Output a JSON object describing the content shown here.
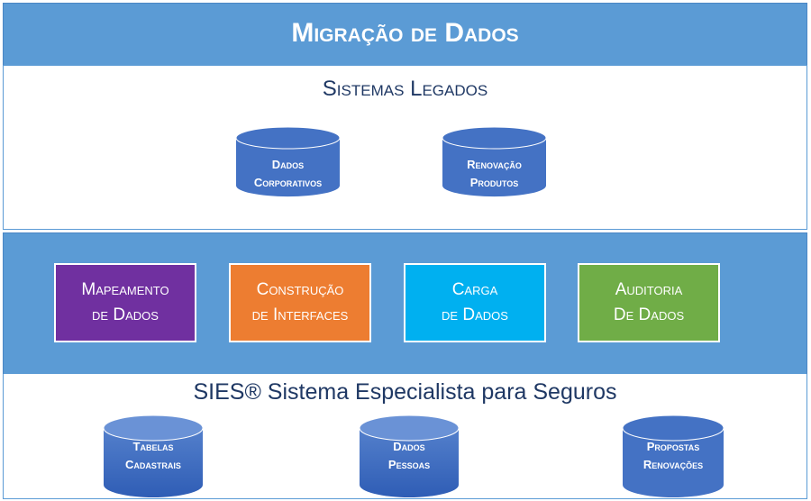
{
  "header": {
    "title": "Migração de Dados"
  },
  "legacy": {
    "title": "Sistemas Legados",
    "databases": [
      [
        "Dados",
        "Corporativos"
      ],
      [
        "Renovação",
        "Produtos"
      ]
    ]
  },
  "process": {
    "steps": [
      {
        "line1": "Mapeamento",
        "line2": "de Dados",
        "color": "#7030a0"
      },
      {
        "line1": "Construção",
        "line2": "de Interfaces",
        "color": "#ed7d31"
      },
      {
        "line1": "Carga",
        "line2": "de Dados",
        "color": "#00b0f0"
      },
      {
        "line1": "Auditoria",
        "line2": "De Dados",
        "color": "#70ad47"
      }
    ]
  },
  "sies": {
    "title": "SIES® Sistema Especialista para Seguros",
    "databases": [
      [
        "Tabelas",
        "Cadastrais"
      ],
      [
        "Dados",
        "Pessoas"
      ],
      [
        "Propostas",
        "Renovações"
      ]
    ]
  },
  "colors": {
    "band": "#5b9bd5",
    "cylinder": "#4472c4",
    "text_dark": "#1f3864"
  }
}
